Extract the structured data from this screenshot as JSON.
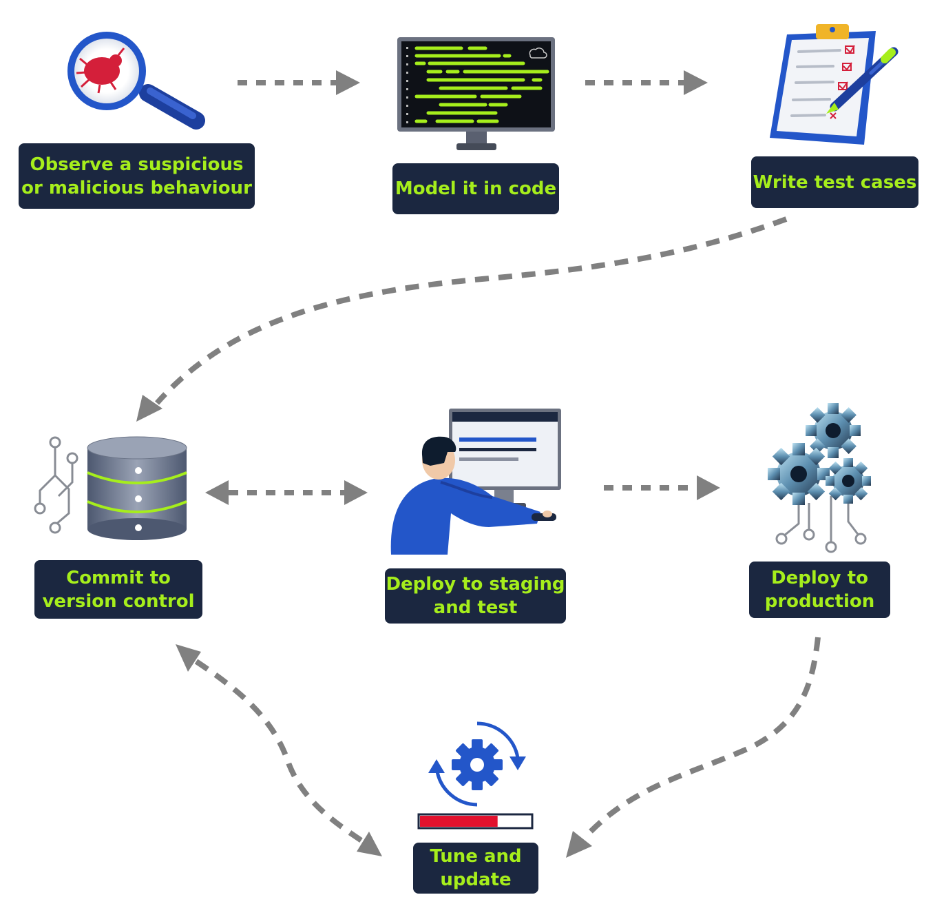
{
  "steps": {
    "observe": {
      "line1": "Observe a suspicious",
      "line2": "or malicious behaviour",
      "icon": "magnifier-bug-icon"
    },
    "model": {
      "line1": "Model it in code",
      "icon": "code-monitor-icon"
    },
    "tests": {
      "line1": "Write test cases",
      "icon": "clipboard-checklist-icon"
    },
    "commit": {
      "line1": "Commit to",
      "line2": "version control",
      "icon": "database-icon"
    },
    "staging": {
      "line1": "Deploy to staging",
      "line2": "and test",
      "icon": "person-at-computer-icon"
    },
    "production": {
      "line1": "Deploy to",
      "line2": "production",
      "icon": "gears-circuit-icon"
    },
    "tune": {
      "line1": "Tune and",
      "line2": "update",
      "icon": "gear-refresh-icon",
      "progress_fraction": 0.7
    }
  },
  "colors": {
    "label_bg": "#1b2740",
    "label_text": "#a6ee1c",
    "arrow": "#808080",
    "accent_blue": "#2356c9",
    "progress_red": "#e2112e",
    "code_green": "#a6ee1c"
  }
}
